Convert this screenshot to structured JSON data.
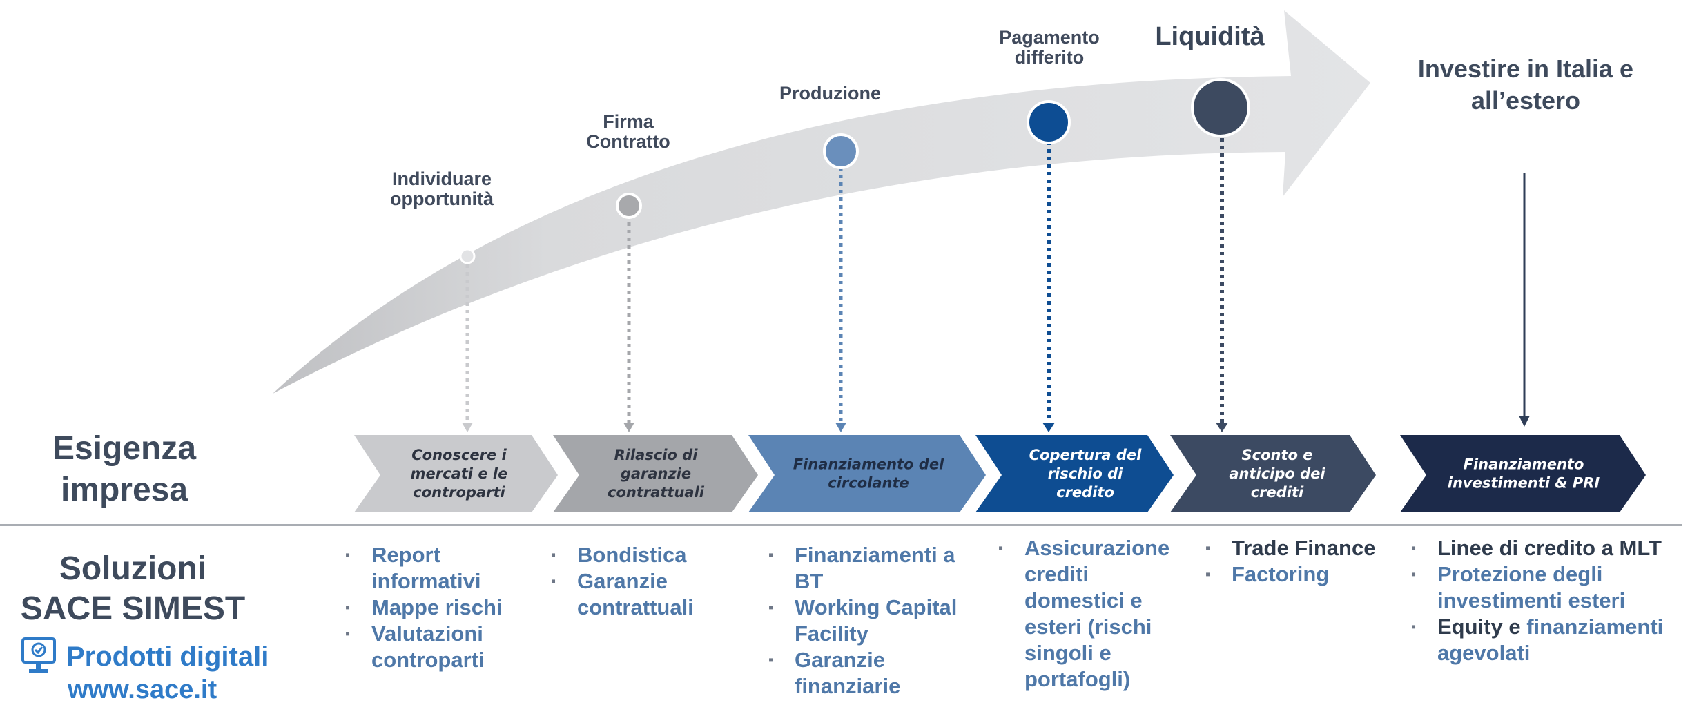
{
  "stages": [
    {
      "label": "Individuare\nopportunità"
    },
    {
      "label": "Firma\nContratto"
    },
    {
      "label": "Produzione"
    },
    {
      "label": "Pagamento\ndifferito"
    },
    {
      "label": "Liquidità"
    }
  ],
  "end_goal": "Investire in Italia e\nall’estero",
  "needs_title": "Esigenza\nimpresa",
  "solutions_title": "Soluzioni\nSACE SIMEST",
  "digital_products": "Prodotti digitali",
  "website": "www.sace.it",
  "chevrons": [
    {
      "label": "Conoscere i\nmercati e le\ncontroparti",
      "color": "#c9cacd",
      "text_color": "#2d3340"
    },
    {
      "label": "Rilascio di\ngaranzie\ncontrattuali",
      "color": "#a4a6aa",
      "text_color": "#2d3340"
    },
    {
      "label": "Finanziamento del\ncircolante",
      "color": "#5b84b4",
      "text_color": "#1f2d45"
    },
    {
      "label": "Copertura del\nrischio di\ncredito",
      "color": "#0e4d92",
      "text_color": "#ffffff"
    },
    {
      "label": "Sconto e\nanticipo dei\ncrediti",
      "color": "#3c4a62",
      "text_color": "#ffffff"
    },
    {
      "label": "Finanziamento\ninvestimenti & PRI",
      "color": "#1c2a4a",
      "text_color": "#ffffff"
    }
  ],
  "solutions": [
    [
      [
        {
          "t": "Report\ninformativi",
          "c": "blue"
        }
      ],
      [
        {
          "t": "Mappe rischi",
          "c": "blue"
        }
      ],
      [
        {
          "t": "Valutazioni\ncontroparti",
          "c": "blue"
        }
      ]
    ],
    [
      [
        {
          "t": "Bondistica",
          "c": "blue"
        }
      ],
      [
        {
          "t": "Garanzie\ncontrattuali",
          "c": "blue"
        }
      ]
    ],
    [
      [
        {
          "t": "Finanziamenti a\nBT",
          "c": "blue"
        }
      ],
      [
        {
          "t": "Working Capital\nFacility",
          "c": "blue"
        }
      ],
      [
        {
          "t": "Garanzie\nfinanziarie",
          "c": "blue"
        }
      ]
    ],
    [
      [
        {
          "t": "Assicurazione\ncrediti\ndomestici e\nesteri (rischi\nsingoli e\nportafogli)",
          "c": "blue"
        }
      ]
    ],
    [
      [
        {
          "t": "Trade Finance",
          "c": "dark"
        }
      ],
      [
        {
          "t": "Factoring",
          "c": "blue"
        }
      ]
    ],
    [
      [
        {
          "t": "Linee di credito a MLT",
          "c": "dark"
        }
      ],
      [
        {
          "t": "Protezione degli\ninvestimenti esteri",
          "c": "blue"
        }
      ],
      [
        {
          "t": "Equity",
          "c": "dark"
        },
        {
          "t": " e ",
          "c": "dark"
        },
        {
          "t": "finanziamenti\nagevolati",
          "c": "blue"
        }
      ]
    ]
  ],
  "colors": {
    "circle_1": "#e2e3e5",
    "circle_2": "#a8a9ac",
    "circle_3": "#6a8fbc",
    "circle_4": "#0d4d93",
    "circle_5": "#3d4a60",
    "arrow_body": "#e1e2e4"
  },
  "icons": {
    "digital": "monitor-check-icon"
  }
}
